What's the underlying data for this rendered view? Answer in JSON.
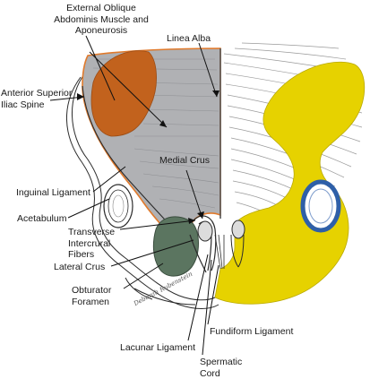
{
  "labels": {
    "external_oblique_l1": "External Oblique",
    "external_oblique_l2": "Abdominis Muscle and",
    "external_oblique_l3": "Aponeurosis",
    "linea_alba": "Linea Alba",
    "asis_l1": "Anterior Superior",
    "asis_l2": "Iliac Spine",
    "medial_crus": "Medial Crus",
    "inguinal_ligament": "Inguinal Ligament",
    "acetabulum": "Acetabulum",
    "transverse_l1": "Transverse",
    "transverse_l2": "Intercrural",
    "transverse_l3": "Fibers",
    "lateral_crus": "Lateral Crus",
    "obturator_l1": "Obturator",
    "obturator_l2": "Foramen",
    "fundiform_ligament": "Fundiform Ligament",
    "lacunar_ligament": "Lacunar Ligament",
    "spermatic_l1": "Spermatic",
    "spermatic_l2": "Cord"
  },
  "signature": "Deborah Rubenstein",
  "colors": {
    "muscle": "#c2621d",
    "aponeurosis": "#b0b1b4",
    "bone_highlight": "#e6d200",
    "obturator": "#5b7560",
    "acetabulum_ring": "#2e5fa8",
    "outline": "#2b2b2b",
    "border_accent": "#e07a2c"
  }
}
